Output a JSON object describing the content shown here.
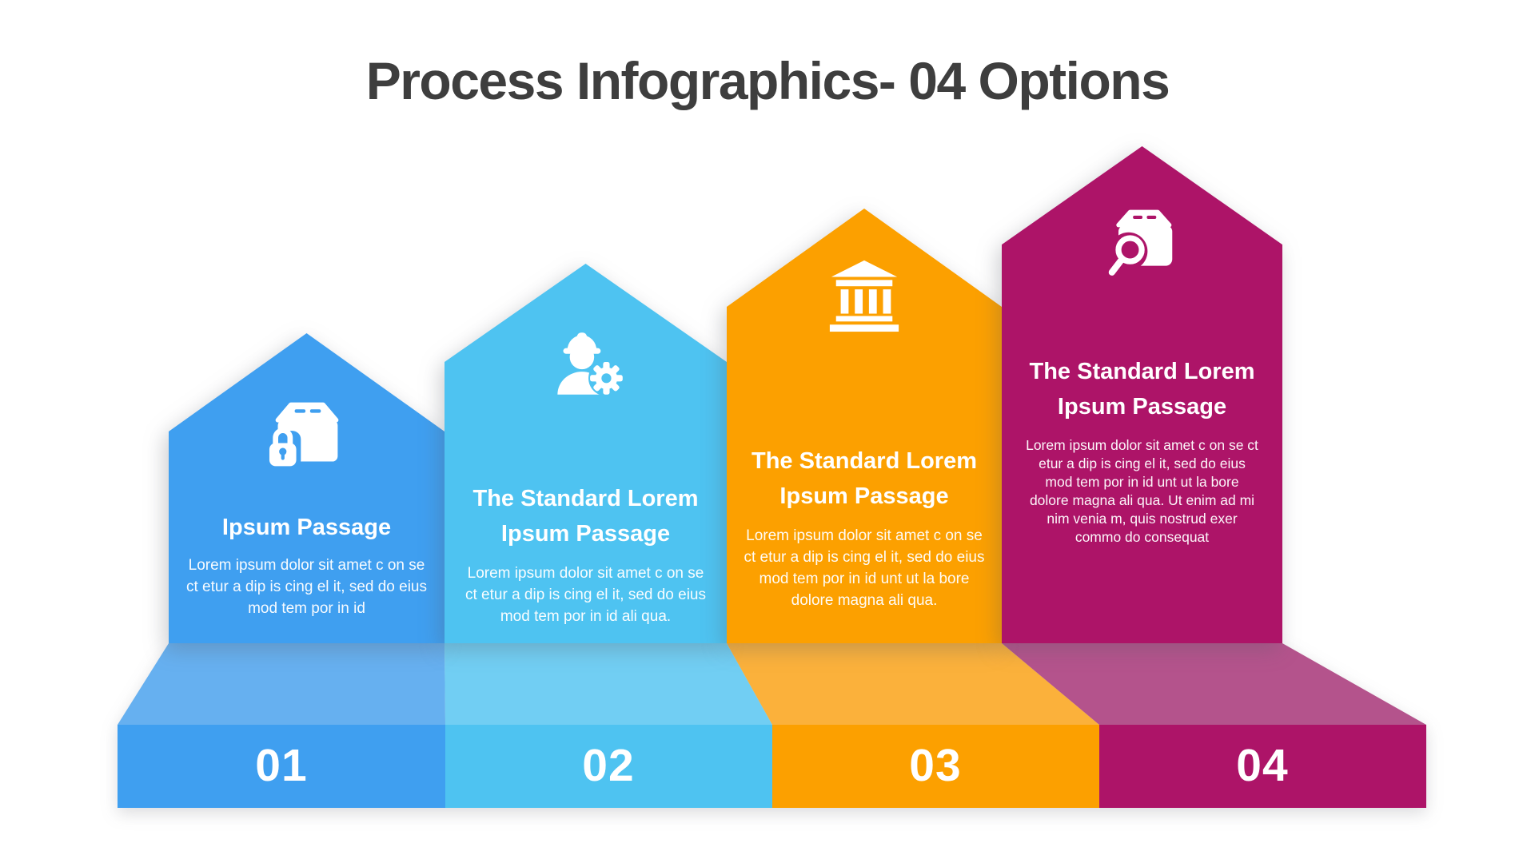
{
  "title": "Process Infographics- 04 Options",
  "title_color": "#3E3E3E",
  "steps": [
    {
      "number": "01",
      "icon": "secure-package-icon",
      "heading": "Ipsum Passage",
      "body": "Lorem ipsum dolor sit  amet c on se ct etur  a dip is cing el it, sed do eius mod tem por in id",
      "colors": {
        "main": "#3F9FF0",
        "light": "#66B0F0"
      }
    },
    {
      "number": "02",
      "icon": "engineer-gear-icon",
      "heading": "The Standard Lorem Ipsum Passage",
      "body": "Lorem ipsum dolor sit  amet c on se ct etur  a dip is cing el it, sed do eius mod tem por in id  ali qua.",
      "colors": {
        "main": "#4EC3F1",
        "light": "#71CEF3"
      }
    },
    {
      "number": "03",
      "icon": "bank-icon",
      "heading": "The Standard Lorem Ipsum Passage",
      "body": "Lorem ipsum dolor sit  amet c on se ct etur  a dip is cing el it, sed do eius mod tem por in id  unt ut la bore dolore magna ali qua.",
      "colors": {
        "main": "#FCA000",
        "light": "#FBB13B"
      }
    },
    {
      "number": "04",
      "icon": "package-search-icon",
      "heading": "The Standard Lorem Ipsum Passage",
      "body": "Lorem ipsum dolor sit  amet c on se ct etur  a dip is cing el it, sed do eius mod tem por in id  unt ut la bore dolore magna ali qua. Ut enim ad mi nim venia m, quis nostrud exer commo do consequat",
      "colors": {
        "main": "#AD1468",
        "light": "#B4538C"
      }
    }
  ]
}
